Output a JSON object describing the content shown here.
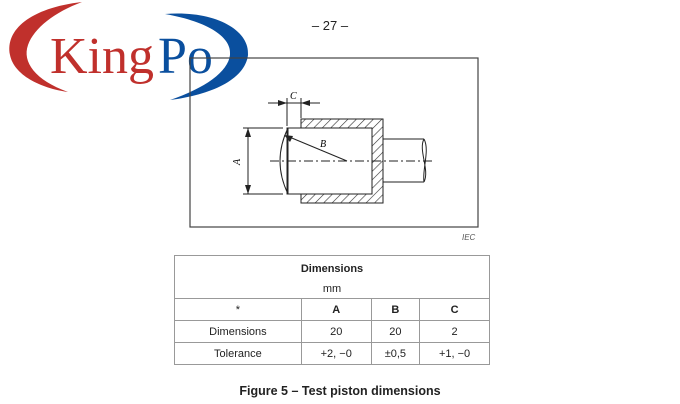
{
  "logo": {
    "text_red": "King",
    "text_blue": "Po",
    "colors": {
      "red": "#c0302c",
      "blue": "#0a4f9e"
    }
  },
  "page_number": "– 27 –",
  "figure": {
    "labels": {
      "a": "A",
      "b": "B",
      "c": "C"
    },
    "source": "IEC"
  },
  "table": {
    "title": "Dimensions",
    "unit": "mm",
    "headers": [
      "*",
      "A",
      "B",
      "C"
    ],
    "rows": [
      [
        "Dimensions",
        "20",
        "20",
        "2"
      ],
      [
        "Tolerance",
        "+2, −0",
        "±0,5",
        "+1, −0"
      ]
    ]
  },
  "caption": "Figure 5 – Test piston dimensions"
}
